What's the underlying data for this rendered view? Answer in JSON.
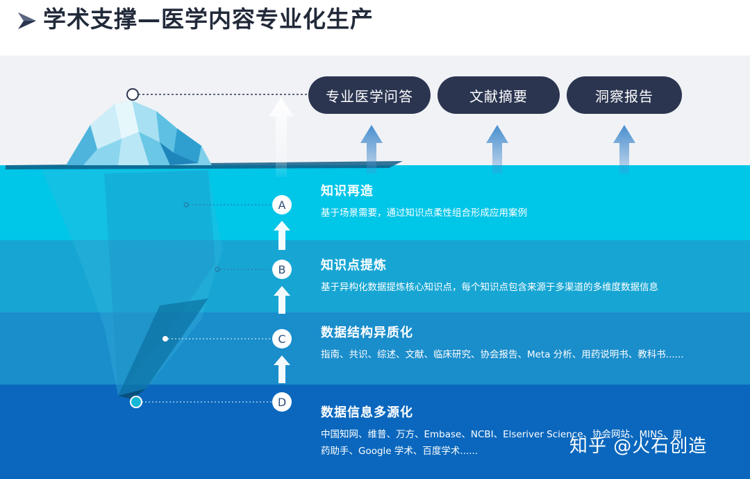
{
  "header": {
    "title": "学术支撑—医学内容专业化生产"
  },
  "outputs": [
    "专业医学问答",
    "文献摘要",
    "洞察报告"
  ],
  "levels": [
    {
      "badge": "A",
      "title": "知识再造",
      "desc": "基于场景需要，通过知识点柔性组合形成应用案例"
    },
    {
      "badge": "B",
      "title": "知识点提炼",
      "desc": "基于异构化数据提炼核心知识点，每个知识点包含来源于多渠道的多维度数据信息"
    },
    {
      "badge": "C",
      "title": "数据结构异质化",
      "desc": "指南、共识、综述、文献、临床研究、协会报告、Meta 分析、用药说明书、教科书......"
    },
    {
      "badge": "D",
      "title": "数据信息多源化",
      "desc_line1": "中国知网、维普、万方、Embase、NCBI、Elseriver Science、协会网站、MINS、用",
      "desc_line2": "药助手、Google 学术、百度学术......"
    }
  ],
  "watermark": "知乎 @火石创造",
  "colors": {
    "title": "#222a3a",
    "pill": "#2b3550",
    "sky": "#f0f2f6",
    "band_a": "#00c6e8",
    "band_b": "#17a6d4",
    "band_c": "#1a8dcb",
    "band_d": "#0a67bd",
    "arrow_blue": "#4a8fcf",
    "badge_text": "#2d4f7a"
  }
}
